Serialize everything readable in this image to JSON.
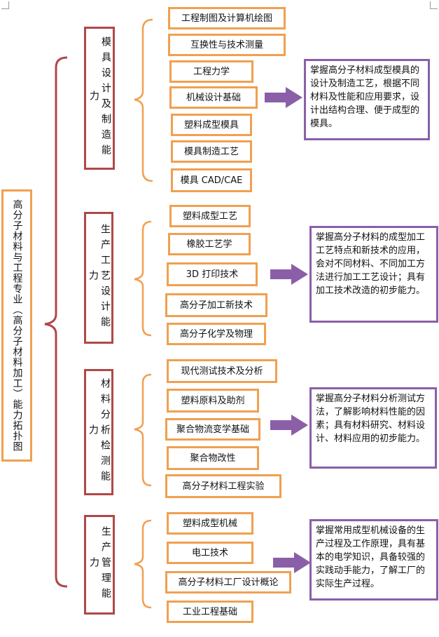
{
  "root": {
    "label": "高分子材料与工程专业（高分子材料加工）能力拓扑图"
  },
  "groups": [
    {
      "label": "模具设计及制造能力",
      "courses": [
        "工程制图及计算机绘图",
        "互换性与技术测量",
        "工程力学",
        "机械设计基础",
        "塑料成型模具",
        "模具制造工艺",
        "模具 CAD/CAE"
      ],
      "description": "掌握高分子材料成型模具的设计及制造工艺，根据不同材料及性能和应用要求，设计出结构合理、便于成型的模具。"
    },
    {
      "label": "生产工艺设计能力",
      "courses": [
        "塑料成型工艺",
        "橡胶工艺学",
        "3D 打印技术",
        "高分子加工新技术",
        "高分子化学及物理"
      ],
      "description": "掌握高分子材料的成型加工工艺特点和新技术的应用，会对不同材料、不同加工方法进行加工工艺设计；具有加工技术改造的初步能力。"
    },
    {
      "label": "材料分析检测能力",
      "courses": [
        "现代测试技术及分析",
        "塑料原料及助剂",
        "聚合物流变学基础",
        "聚合物改性",
        "高分子材料工程实验"
      ],
      "description": "掌握高分子材料分析测试方法，了解影响材料性能的因素；具有材料研究、材料设计、材料应用的初步能力。"
    },
    {
      "label": "生产管理能力",
      "courses": [
        "塑料成型机械",
        "电工技术",
        "高分子材料工厂设计概论",
        "工业工程基础"
      ],
      "description": "掌握常用成型机械设备的生产过程及工作原理，具有基本的电学知识，具备较强的实践动手能力，了解工厂的实际生产过程。"
    }
  ],
  "colors": {
    "course_border": "#f0a050",
    "category_border": "#b04848",
    "description_border": "#8a5fa8",
    "arrow": "#8a5fa8",
    "root_brace": "#b04848",
    "group_brace": "#f0a050"
  }
}
